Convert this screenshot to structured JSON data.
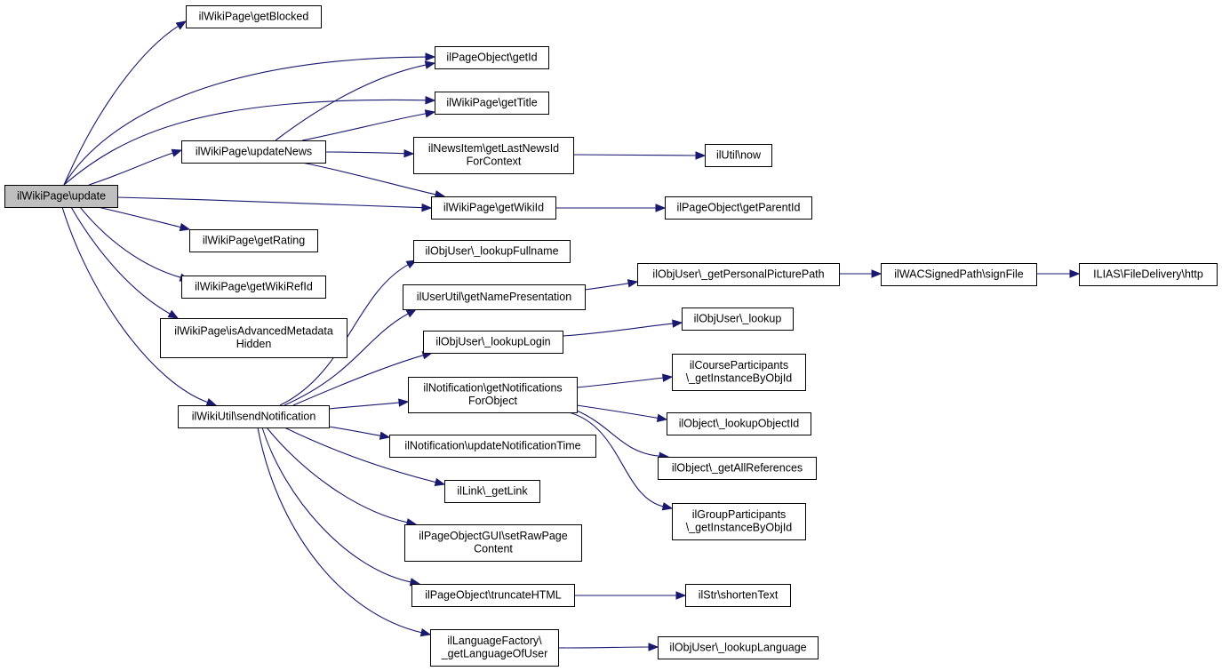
{
  "diagram": {
    "colors": {
      "edge": "#191970",
      "root_fill": "#bfbfbf",
      "node_fill": "#ffffff",
      "node_stroke": "#000000"
    },
    "nodes": [
      {
        "id": "update",
        "lines": [
          "ilWikiPage\\update"
        ],
        "root": true
      },
      {
        "id": "getBlocked",
        "lines": [
          "ilWikiPage\\getBlocked"
        ]
      },
      {
        "id": "getId",
        "lines": [
          "ilPageObject\\getId"
        ]
      },
      {
        "id": "getTitle",
        "lines": [
          "ilWikiPage\\getTitle"
        ]
      },
      {
        "id": "updateNews",
        "lines": [
          "ilWikiPage\\updateNews"
        ]
      },
      {
        "id": "getLastNewsId",
        "lines": [
          "ilNewsItem\\getLastNewsId",
          "ForContext"
        ]
      },
      {
        "id": "now",
        "lines": [
          "ilUtil\\now"
        ]
      },
      {
        "id": "getWikiId",
        "lines": [
          "ilWikiPage\\getWikiId"
        ]
      },
      {
        "id": "getParentId",
        "lines": [
          "ilPageObject\\getParentId"
        ]
      },
      {
        "id": "getRating",
        "lines": [
          "ilWikiPage\\getRating"
        ]
      },
      {
        "id": "getWikiRefId",
        "lines": [
          "ilWikiPage\\getWikiRefId"
        ]
      },
      {
        "id": "isAdvMeta",
        "lines": [
          "ilWikiPage\\isAdvancedMetadata",
          "Hidden"
        ]
      },
      {
        "id": "sendNotification",
        "lines": [
          "ilWikiUtil\\sendNotification"
        ]
      },
      {
        "id": "lookupFullname",
        "lines": [
          "ilObjUser\\_lookupFullname"
        ]
      },
      {
        "id": "getNamePresentation",
        "lines": [
          "ilUserUtil\\getNamePresentation"
        ]
      },
      {
        "id": "getPersonalPicturePath",
        "lines": [
          "ilObjUser\\_getPersonalPicturePath"
        ]
      },
      {
        "id": "signFile",
        "lines": [
          "ilWACSignedPath\\signFile"
        ]
      },
      {
        "id": "http",
        "lines": [
          "ILIAS\\FileDelivery\\http"
        ]
      },
      {
        "id": "lookupLogin",
        "lines": [
          "ilObjUser\\_lookupLogin"
        ]
      },
      {
        "id": "lookup",
        "lines": [
          "ilObjUser\\_lookup"
        ]
      },
      {
        "id": "getNotificationsForObject",
        "lines": [
          "ilNotification\\getNotifications",
          "ForObject"
        ]
      },
      {
        "id": "courseParticipants",
        "lines": [
          "ilCourseParticipants",
          "\\_getInstanceByObjId"
        ]
      },
      {
        "id": "lookupObjectId",
        "lines": [
          "ilObject\\_lookupObjectId"
        ]
      },
      {
        "id": "getAllReferences",
        "lines": [
          "ilObject\\_getAllReferences"
        ]
      },
      {
        "id": "groupParticipants",
        "lines": [
          "ilGroupParticipants",
          "\\_getInstanceByObjId"
        ]
      },
      {
        "id": "updateNotificationTime",
        "lines": [
          "ilNotification\\updateNotificationTime"
        ]
      },
      {
        "id": "getLink",
        "lines": [
          "ilLink\\_getLink"
        ]
      },
      {
        "id": "setRawPageContent",
        "lines": [
          "ilPageObjectGUI\\setRawPage",
          "Content"
        ]
      },
      {
        "id": "truncateHTML",
        "lines": [
          "ilPageObject\\truncateHTML"
        ]
      },
      {
        "id": "shortenText",
        "lines": [
          "ilStr\\shortenText"
        ]
      },
      {
        "id": "getLanguageOfUser",
        "lines": [
          "ilLanguageFactory\\",
          "_getLanguageOfUser"
        ]
      },
      {
        "id": "lookupLanguage",
        "lines": [
          "ilObjUser\\_lookupLanguage"
        ]
      }
    ],
    "edges": [
      [
        "update",
        "getBlocked"
      ],
      [
        "update",
        "getId"
      ],
      [
        "update",
        "getTitle"
      ],
      [
        "update",
        "updateNews"
      ],
      [
        "update",
        "getWikiId"
      ],
      [
        "update",
        "getRating"
      ],
      [
        "update",
        "getWikiRefId"
      ],
      [
        "update",
        "isAdvMeta"
      ],
      [
        "update",
        "sendNotification"
      ],
      [
        "updateNews",
        "getId"
      ],
      [
        "updateNews",
        "getTitle"
      ],
      [
        "updateNews",
        "getLastNewsId"
      ],
      [
        "updateNews",
        "getWikiId"
      ],
      [
        "getLastNewsId",
        "now"
      ],
      [
        "getWikiId",
        "getParentId"
      ],
      [
        "sendNotification",
        "lookupFullname"
      ],
      [
        "sendNotification",
        "getNamePresentation"
      ],
      [
        "sendNotification",
        "lookupLogin"
      ],
      [
        "sendNotification",
        "getNotificationsForObject"
      ],
      [
        "sendNotification",
        "updateNotificationTime"
      ],
      [
        "sendNotification",
        "getLink"
      ],
      [
        "sendNotification",
        "setRawPageContent"
      ],
      [
        "sendNotification",
        "truncateHTML"
      ],
      [
        "sendNotification",
        "getLanguageOfUser"
      ],
      [
        "getNamePresentation",
        "getPersonalPicturePath"
      ],
      [
        "getPersonalPicturePath",
        "signFile"
      ],
      [
        "signFile",
        "http"
      ],
      [
        "lookupLogin",
        "lookup"
      ],
      [
        "getNotificationsForObject",
        "courseParticipants"
      ],
      [
        "getNotificationsForObject",
        "lookupObjectId"
      ],
      [
        "getNotificationsForObject",
        "getAllReferences"
      ],
      [
        "getNotificationsForObject",
        "groupParticipants"
      ],
      [
        "truncateHTML",
        "shortenText"
      ],
      [
        "getLanguageOfUser",
        "lookupLanguage"
      ]
    ]
  }
}
